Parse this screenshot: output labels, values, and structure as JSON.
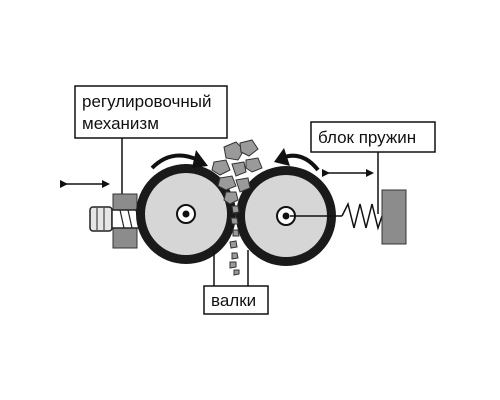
{
  "labels": {
    "adjust_line1": "регулировочный",
    "adjust_line2": "механизм",
    "spring_block": "блок пружин",
    "rollers": "валки"
  },
  "colors": {
    "roller_rim": "#1a1a1a",
    "roller_face": "#d6d6d6",
    "block_fill": "#8c8c8c",
    "stone_fill": "#9a9a9a",
    "line": "#111111",
    "label_box_fill": "#ffffff"
  },
  "icons": {
    "rotation_arrow_left": "curved-arrow-clockwise-icon",
    "rotation_arrow_right": "curved-arrow-counterclockwise-icon",
    "movement_arrow": "double-headed-arrow-icon"
  }
}
